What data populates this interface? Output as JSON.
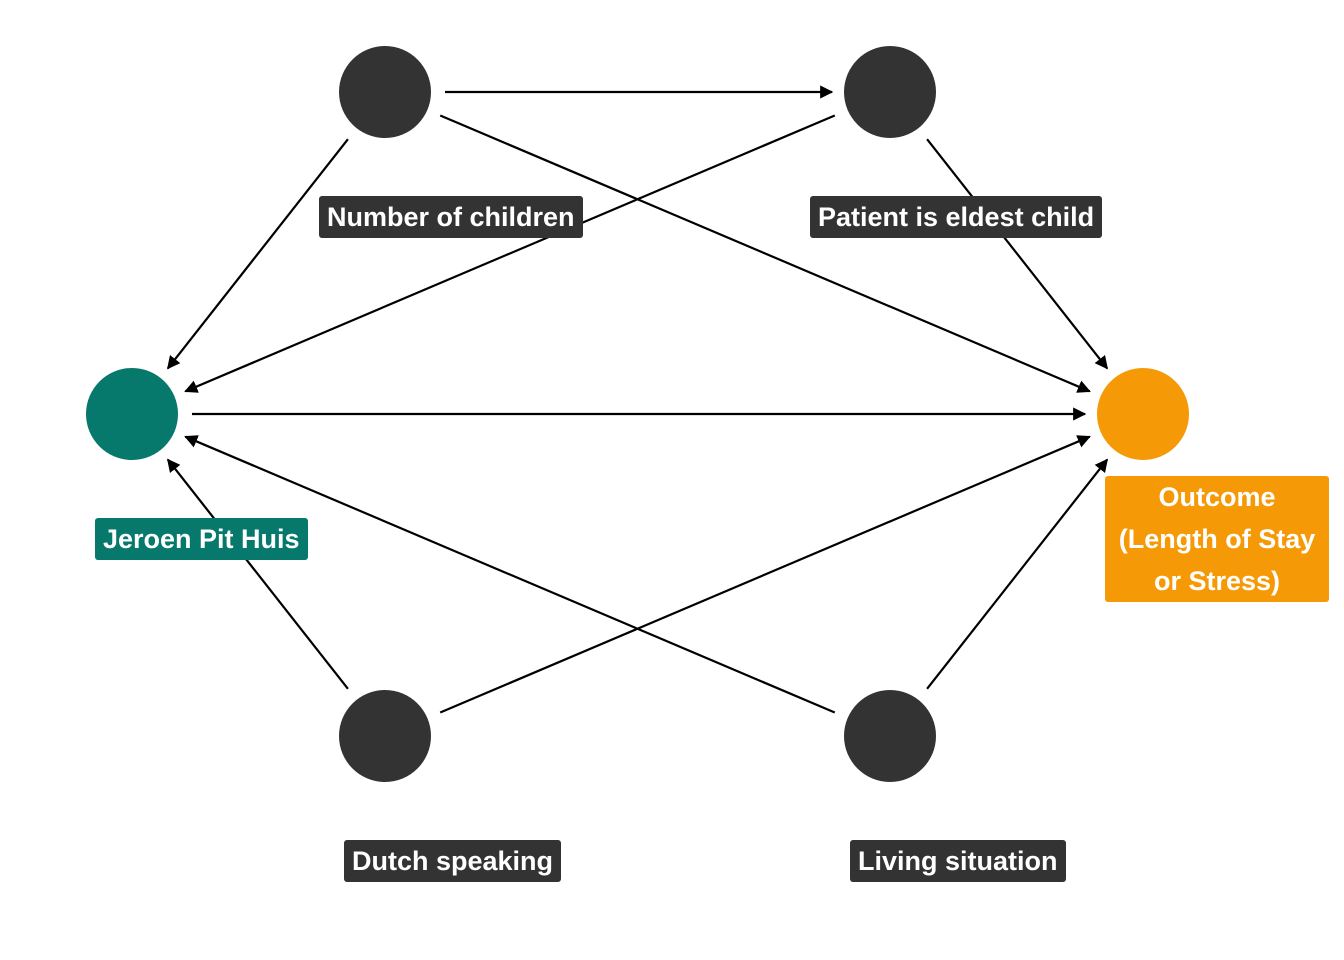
{
  "colors": {
    "default_node": "#333333",
    "exposure": "#06786c",
    "outcome": "#f59a06",
    "edge": "#000000",
    "label_text": "#ffffff"
  },
  "nodes": [
    {
      "id": "children",
      "label": "Number of children",
      "role": "default"
    },
    {
      "id": "eldest",
      "label": "Patient is eldest child",
      "role": "default"
    },
    {
      "id": "jph",
      "label": "Jeroen Pit Huis",
      "role": "exposure"
    },
    {
      "id": "outcome",
      "label": "Outcome\n(Length of Stay\nor Stress)",
      "role": "outcome"
    },
    {
      "id": "dutch",
      "label": "Dutch speaking",
      "role": "default"
    },
    {
      "id": "living",
      "label": "Living situation",
      "role": "default"
    }
  ],
  "edges": [
    {
      "from": "children",
      "to": "eldest"
    },
    {
      "from": "children",
      "to": "jph"
    },
    {
      "from": "children",
      "to": "outcome"
    },
    {
      "from": "eldest",
      "to": "jph"
    },
    {
      "from": "eldest",
      "to": "outcome"
    },
    {
      "from": "jph",
      "to": "outcome"
    },
    {
      "from": "dutch",
      "to": "jph"
    },
    {
      "from": "dutch",
      "to": "outcome"
    },
    {
      "from": "living",
      "to": "jph"
    },
    {
      "from": "living",
      "to": "outcome"
    }
  ]
}
